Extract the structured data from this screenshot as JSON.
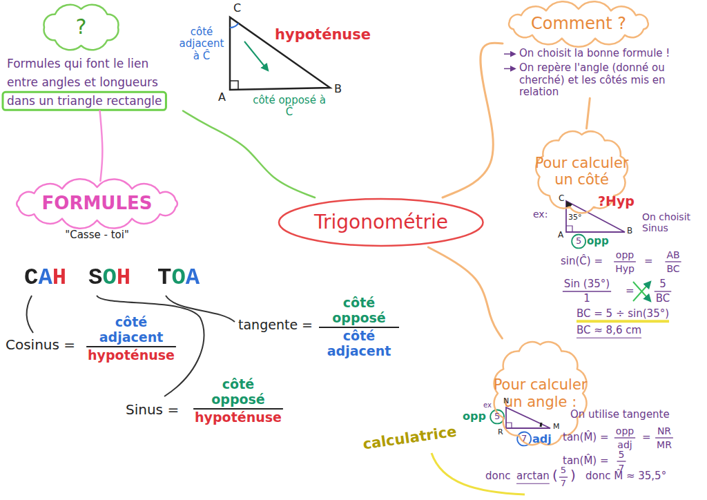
{
  "diagram": {
    "nodes": [
      {
        "text": [
          "?",
          "Formules qui font le lien entre angles et longueurs dans un triangle rectangle"
        ]
      },
      {
        "text": [
          "FORMULES",
          "\"Casse - toi\""
        ]
      },
      {
        "text": [
          "Trigonométrie"
        ]
      },
      {
        "text": [
          "Comment ?",
          "On choisit la bonne formule !",
          "On repère l'angle (donné ou cherché) et les côtés mis en relation"
        ]
      },
      {
        "text": [
          "Pour calculer un côté"
        ]
      },
      {
        "text": [
          "Pour calculer un angle :"
        ]
      }
    ],
    "edges": [
      {
        "from": 2,
        "to": 0,
        "arrow": "none"
      },
      {
        "from": 0,
        "to": 1,
        "arrow": "none"
      },
      {
        "from": 2,
        "to": 3,
        "arrow": "none"
      },
      {
        "from": 3,
        "to": 4,
        "arrow": "none"
      },
      {
        "from": 2,
        "to": 5,
        "arrow": "none"
      }
    ],
    "labels": [
      "C",
      "A",
      "B",
      "côté adjacent à Ĉ",
      "hypoténuse",
      "côté opposé à Ĉ",
      "CAH",
      "SOH",
      "TOA",
      "Cosinus =",
      "côté adjacent",
      "hypoténuse",
      "tangente =",
      "côté opposé",
      "côté adjacent",
      "Sinus =",
      "côté opposé",
      "hypoténuse",
      "ex:",
      "C",
      "35°",
      "A",
      "B",
      "?Hyp",
      "5",
      "opp",
      "On choisit Sinus",
      "sin(Ĉ) =",
      "opp",
      "Hyp",
      "=",
      "AB",
      "BC",
      "Sin (35°)",
      "1",
      "=",
      "5",
      "BC",
      "BC = 5 ÷ sin(35°)",
      "BC ≈ 8,6 cm",
      "ex",
      "opp",
      "5",
      "N",
      "R",
      "M",
      "7",
      "adj",
      "On utilise tangente",
      "tan(M̂) =",
      "opp",
      "adj",
      "=",
      "NR",
      "MR",
      "tan(M̂) =",
      "5",
      "7",
      "donc",
      "arctan",
      "(",
      "5",
      "7",
      ")",
      "donc M̂ ≈ 35,5°",
      "calculatrice"
    ]
  }
}
